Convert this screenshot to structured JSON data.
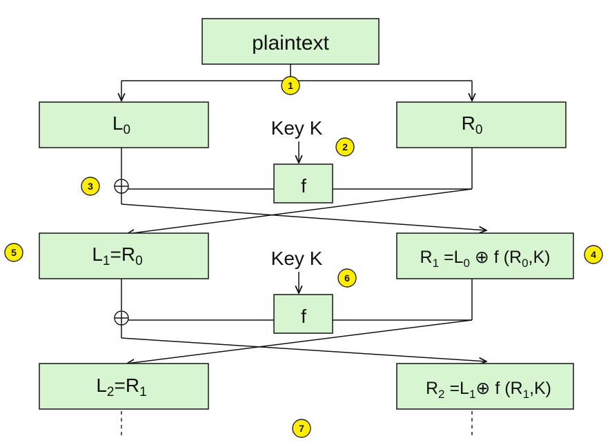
{
  "plaintext": "plaintext",
  "round1": {
    "left_box": {
      "main": "L",
      "sub": "0"
    },
    "right_box": {
      "main": "R",
      "sub": "0"
    },
    "key_label": "Key K",
    "f_label": "f",
    "xor_symbol": "⊕"
  },
  "round2": {
    "left_box": {
      "p1": "L",
      "s1": "1",
      "p2": "=R",
      "s2": "0"
    },
    "right_box": {
      "p1": "R",
      "s1": "1",
      "p2": " =L",
      "s2": "0",
      "p3": " ⊕ f (R",
      "s3": "0",
      "p4": ",K)"
    },
    "key_label": "Key K",
    "f_label": "f",
    "xor_symbol": "⊕"
  },
  "round3": {
    "left_box": {
      "p1": "L",
      "s1": "2",
      "p2": "=R",
      "s2": "1"
    },
    "right_box": {
      "p1": "R",
      "s1": "2",
      "p2": " =L",
      "s2": "1",
      "p3": "⊕ f (R",
      "s3": "1",
      "p4": ",K)"
    }
  },
  "step_badges": [
    "1",
    "2",
    "3",
    "4",
    "5",
    "6",
    "7"
  ],
  "colors": {
    "box_fill": "#d6f5d0",
    "badge_fill": "#ffee00"
  }
}
